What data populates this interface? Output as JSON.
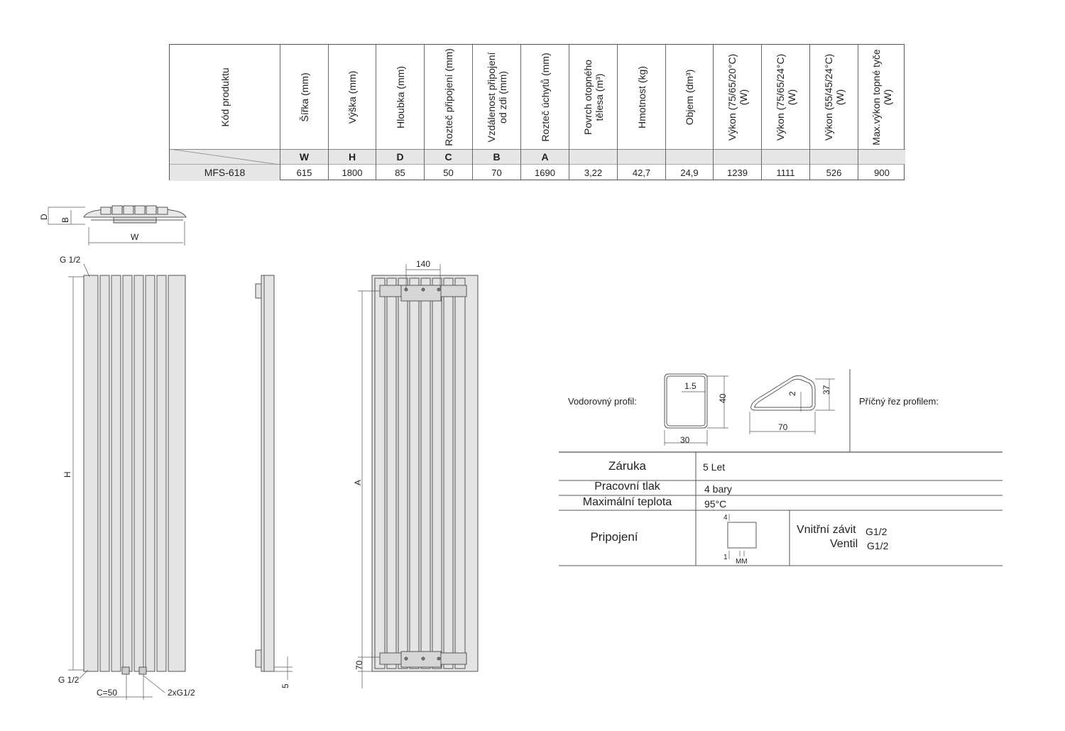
{
  "table": {
    "columns": [
      {
        "header": "Kód produktu",
        "letter": "",
        "value": "MFS-618"
      },
      {
        "header": "Šířka (mm)",
        "letter": "W",
        "value": "615"
      },
      {
        "header": "Výška (mm)",
        "letter": "H",
        "value": "1800"
      },
      {
        "header": "Hloubka (mm)",
        "letter": "D",
        "value": "85"
      },
      {
        "header": "Rozteč připojení (mm)",
        "letter": "C",
        "value": "50"
      },
      {
        "header": "Vzdálenost připojení od zdi (mm)",
        "letter": "B",
        "value": "70"
      },
      {
        "header": "Rozteč úchytů (mm)",
        "letter": "A",
        "value": "1690"
      },
      {
        "header": "Povrch otopného tělesa (m³)",
        "letter": "",
        "value": "3,22"
      },
      {
        "header": "Hmotnost (kg)",
        "letter": "",
        "value": "42,7"
      },
      {
        "header": "Objem (dm³)",
        "letter": "",
        "value": "24,9"
      },
      {
        "header": "Výkon (75/65/20°C) (W)",
        "letter": "",
        "value": "1239"
      },
      {
        "header": "Výkon (75/65/24°C) (W)",
        "letter": "",
        "value": "1111"
      },
      {
        "header": "Výkon (55/45/24°C) (W)",
        "letter": "",
        "value": "526"
      },
      {
        "header": "Max.výkon topné tyče (W)",
        "letter": "",
        "value": "900"
      }
    ]
  },
  "drawing_labels": {
    "d": "D",
    "b": "B",
    "w": "W",
    "h": "H",
    "a": "A",
    "g_top": "G 1/2",
    "g_bottom": "G 1/2",
    "c": "C=50",
    "conn": "2xG1/2",
    "five": "5",
    "seventy": "70",
    "one_forty": "140"
  },
  "profiles": {
    "horizontal_label": "Vodorovný profil:",
    "cross_label": "Příčný řez profilem:",
    "dims": {
      "t": "1.5",
      "h40": "40",
      "w30": "30",
      "t2": "2",
      "h37": "37",
      "w70": "70"
    }
  },
  "info": {
    "warranty_label": "Záruka",
    "warranty_value": "5 Let",
    "pressure_label": "Pracovní tlak",
    "pressure_value": "4 bary",
    "temp_label": "Maximální teplota",
    "temp_value": "95°C",
    "connection_label": "Pripojení",
    "thread_label": "Vnitřní závit",
    "thread_value": "G1/2",
    "valve_label": "Ventil",
    "valve_value": "G1/2",
    "icon_top": "4",
    "icon_left": "1",
    "icon_bottom": "MM"
  }
}
